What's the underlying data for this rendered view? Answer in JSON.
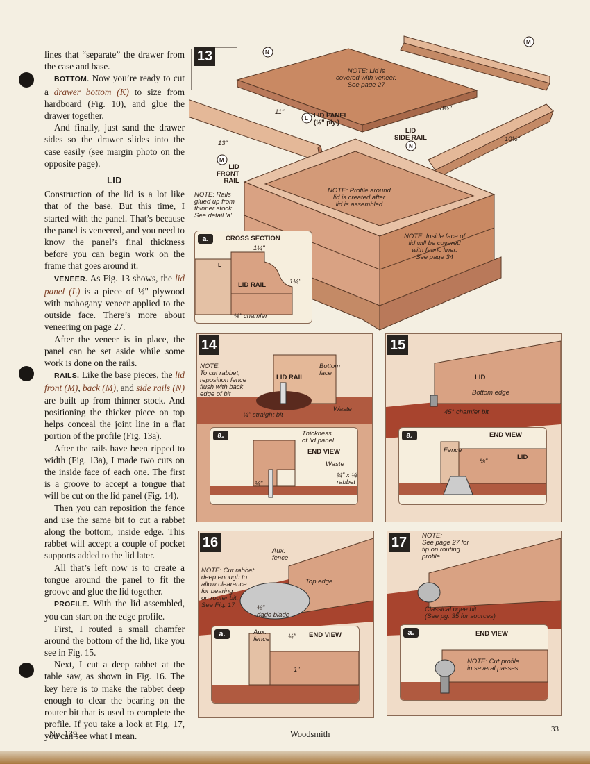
{
  "column": {
    "p1": "lines that “separate” the drawer from the case and base.",
    "bottom": {
      "head": "BOTTOM.",
      "t1": " Now you’re ready to cut a ",
      "k": "drawer bottom (K)",
      "t2": " to size from hardboard (Fig. 10), and glue the drawer together."
    },
    "p3": "And finally, just sand the drawer sides so the drawer slides into the case easily (see margin photo on the opposite page).",
    "lid_heading": "LID",
    "p4": "Construction of the lid is a lot like that of the base. But this time, I started with the panel. That’s because the panel is veneered, and you need to know the panel’s final thickness before you can begin work on the frame that goes around it.",
    "veneer": {
      "head": "VENEER.",
      "t1": " As Fig. 13 shows, the ",
      "l": "lid panel (L)",
      "t2": " is a piece of ½\" plywood with mahogany veneer applied to the outside face. There’s more about veneering on page 27."
    },
    "p6": "After the veneer is in place, the panel can be set aside while some work is done on the rails.",
    "rails": {
      "head": "RAILS.",
      "t1": " Like the base pieces, the ",
      "m1": "lid front (M)",
      "t2": ", ",
      "m2": "back (M)",
      "t3": ", and ",
      "n": "side rails (N)",
      "t4": " are built up from thinner stock. And positioning the thicker piece on top helps conceal the joint line in a flat portion of the profile (Fig. 13a)."
    },
    "p8": "After the rails have been ripped to width (Fig. 13a), I made two cuts on the inside face of each one. The first is a groove to accept a tongue that will be cut on the lid panel (Fig. 14).",
    "p9": "Then you can reposition the fence and use the same bit to cut a rabbet along the bottom, inside edge. This rabbet will accept a couple of pocket supports added to the lid later.",
    "p10": "All that’s left now is to create a tongue around the panel to fit the groove and glue the lid together.",
    "profile": {
      "head": "PROFILE.",
      "t1": " With the lid assembled, you can start on the edge profile."
    },
    "p12": "First, I routed a small chamfer around the bottom of the lid, like you see in Fig. 15.",
    "p13": "Next, I cut a deep rabbet at the table saw, as shown in Fig. 16. The key here is to make the rabbet deep enough to clear the bearing on the router bit that is used to complete the profile. If you take a look at Fig. 17, you can see what I mean."
  },
  "fig13": {
    "num": "13",
    "callout_n_top": "N",
    "callout_m_top": "M",
    "note_veneer": "NOTE: Lid is\ncovered with veneer.\nSee page 27",
    "dim_11": "11\"",
    "callout_l": "L",
    "lid_panel": "LID PANEL\n(½\" ply.)",
    "dim_8half": "8½\"",
    "lid_side_rail": "LID\nSIDE RAIL",
    "callout_n_side": "N",
    "dim_10half": "10½\"",
    "dim_13": "13\"",
    "callout_m_front": "M",
    "lid_front_rail": "LID\nFRONT\nRAIL",
    "note_rails": "NOTE: Rails\nglued up from\nthinner stock.\nSee detail 'a'",
    "note_profile": "NOTE: Profile around\nlid is created after\nlid is assembled",
    "note_inside": "NOTE: Inside face of\nlid will be covered\nwith fabric liner.\nSee page 34",
    "detail_a": "a.",
    "cross_section": "CROSS SECTION",
    "dim_1quarter": "1¼\"",
    "callout_l_detail": "L",
    "lid_rail": "LID RAIL",
    "dim_1quarter_v": "1¼\"",
    "chamfer": "⅛\" chamfer"
  },
  "fig14": {
    "num": "14",
    "note": "NOTE:\nTo cut rabbet,\nreposition fence\nflush with back\nedge of bit",
    "lid_rail": "LID RAIL",
    "bottom_face": "Bottom\nface",
    "waste": "Waste",
    "straight_bit": "¼\" straight bit",
    "detail_a": "a.",
    "thickness": "Thickness\nof lid panel",
    "end_view": "END VIEW",
    "waste2": "Waste",
    "rabbet": "¼\" x ¼\"\nrabbet",
    "dim_quarter": "¼\""
  },
  "fig15": {
    "num": "15",
    "lid": "LID",
    "bottom_edge": "Bottom edge",
    "chamfer_bit": "45° chamfer bit",
    "detail_a": "a.",
    "end_view": "END VIEW",
    "fence": "Fence",
    "dim_eighth": "⅛\"",
    "lid2": "LID"
  },
  "fig16": {
    "num": "16",
    "aux_fence": "Aux.\nfence",
    "note": "NOTE: Cut rabbet\ndeep enough to\nallow clearance\nfor bearing\non router bit.\nSee Fig. 17",
    "top_edge": "Top edge",
    "dado": "⅜\"\ndado blade",
    "detail_a": "a.",
    "aux_fence2": "Aux.\nfence",
    "dim_quarter": "¼\"",
    "end_view": "END VIEW",
    "dim_1": "1\""
  },
  "fig17": {
    "num": "17",
    "note": "NOTE:\nSee page 27 for\ntip on routing\nprofile",
    "ogee": "Classical ogee bit\n(See pg. 35 for sources)",
    "detail_a": "a.",
    "end_view": "END VIEW",
    "note2": "NOTE: Cut profile\nin several passes"
  },
  "footer": {
    "issue": "No. 139",
    "magazine": "Woodsmith",
    "page": "33"
  },
  "colors": {
    "paper": "#f4efe2",
    "wood": "#dba88a",
    "wood_dark": "#b9795a",
    "background_red": "#a8442e"
  }
}
